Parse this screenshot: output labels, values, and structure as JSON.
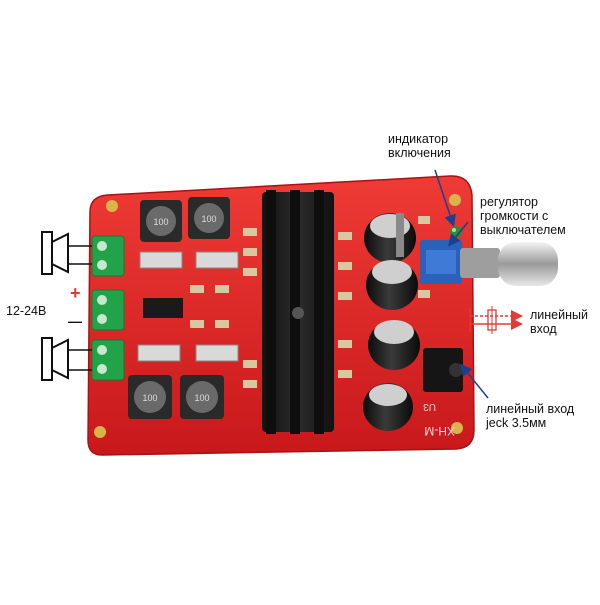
{
  "labels": {
    "power_indicator": [
      "индикатор",
      "включения"
    ],
    "volume_control": [
      "регулятор",
      "громкости с",
      "выключателем"
    ],
    "line_input": [
      "линейный",
      "вход"
    ],
    "jack_input": [
      "линейный вход",
      "jeck 3.5мм"
    ],
    "power_voltage": "12-24В",
    "plus": "+",
    "minus": "—"
  },
  "components": {
    "inductor_marking": "100",
    "board_marking_1": "XH-M",
    "board_marking_2": "U3"
  },
  "colors": {
    "pcb": "#e02424",
    "terminal": "#22a34a",
    "heatsink": "#1b1b1b",
    "arrow": "#1c3f8f",
    "audio_arrow": "#e53935"
  }
}
